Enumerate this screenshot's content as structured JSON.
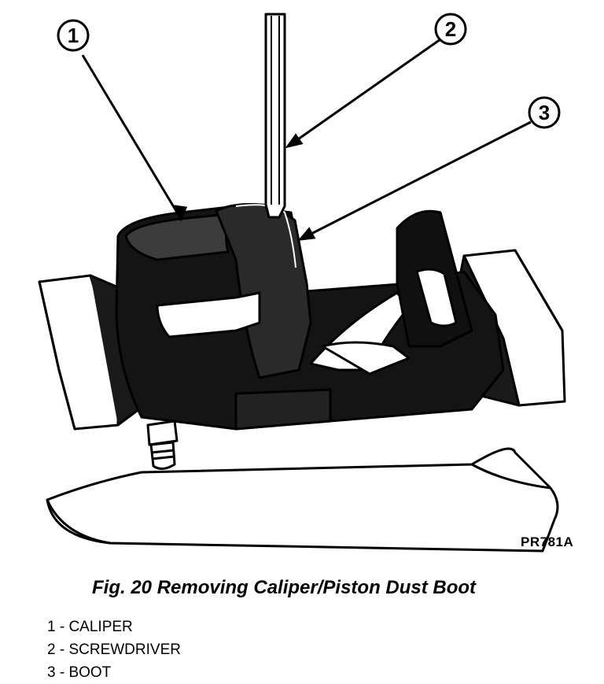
{
  "callouts": [
    {
      "number": "1"
    },
    {
      "number": "2"
    },
    {
      "number": "3"
    }
  ],
  "figure_code": "PR781A",
  "caption": "Fig. 20 Removing Caliper/Piston Dust Boot",
  "legend": [
    "1 - CALIPER",
    "2 - SCREWDRIVER",
    "3 - BOOT"
  ]
}
